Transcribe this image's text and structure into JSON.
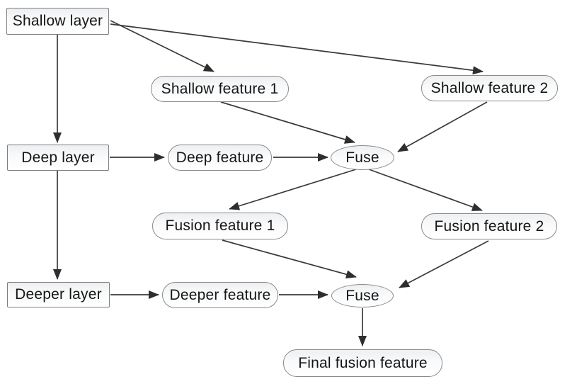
{
  "diagram": {
    "description": "Feature fusion flow diagram: shallow, deep and deeper network layers produce features that are fused in two stages into a final fusion feature",
    "nodes": {
      "shallow_layer": {
        "label": "Shallow layer",
        "shape": "rect"
      },
      "shallow_feature_1": {
        "label": "Shallow feature 1",
        "shape": "pill"
      },
      "shallow_feature_2": {
        "label": "Shallow feature 2",
        "shape": "pill"
      },
      "deep_layer": {
        "label": "Deep layer",
        "shape": "rect"
      },
      "deep_feature": {
        "label": "Deep feature",
        "shape": "pill"
      },
      "fuse_1": {
        "label": "Fuse",
        "shape": "ellipse"
      },
      "fusion_feature_1": {
        "label": "Fusion feature 1",
        "shape": "pill"
      },
      "fusion_feature_2": {
        "label": "Fusion feature 2",
        "shape": "pill"
      },
      "deeper_layer": {
        "label": "Deeper layer",
        "shape": "rect"
      },
      "deeper_feature": {
        "label": "Deeper feature",
        "shape": "pill"
      },
      "fuse_2": {
        "label": "Fuse",
        "shape": "ellipse"
      },
      "final_fusion_feature": {
        "label": "Final fusion feature",
        "shape": "pill"
      }
    },
    "edges": [
      {
        "from": "shallow_layer",
        "to": "deep_layer"
      },
      {
        "from": "shallow_layer",
        "to": "shallow_feature_1"
      },
      {
        "from": "shallow_layer",
        "to": "shallow_feature_2"
      },
      {
        "from": "deep_layer",
        "to": "deep_feature"
      },
      {
        "from": "deep_layer",
        "to": "deeper_layer"
      },
      {
        "from": "shallow_feature_1",
        "to": "fuse_1"
      },
      {
        "from": "shallow_feature_2",
        "to": "fuse_1"
      },
      {
        "from": "deep_feature",
        "to": "fuse_1"
      },
      {
        "from": "fuse_1",
        "to": "fusion_feature_1"
      },
      {
        "from": "fuse_1",
        "to": "fusion_feature_2"
      },
      {
        "from": "fusion_feature_1",
        "to": "fuse_2"
      },
      {
        "from": "fusion_feature_2",
        "to": "fuse_2"
      },
      {
        "from": "deeper_layer",
        "to": "deeper_feature"
      },
      {
        "from": "deeper_feature",
        "to": "fuse_2"
      },
      {
        "from": "fuse_2",
        "to": "final_fusion_feature"
      }
    ],
    "colors": {
      "background": "#ffffff",
      "node_border": "#7f7f7f",
      "node_fill_top": "#edeff2",
      "node_fill_bottom": "#ffffff",
      "arrow": "#3a3a3a",
      "text": "#161616"
    }
  }
}
